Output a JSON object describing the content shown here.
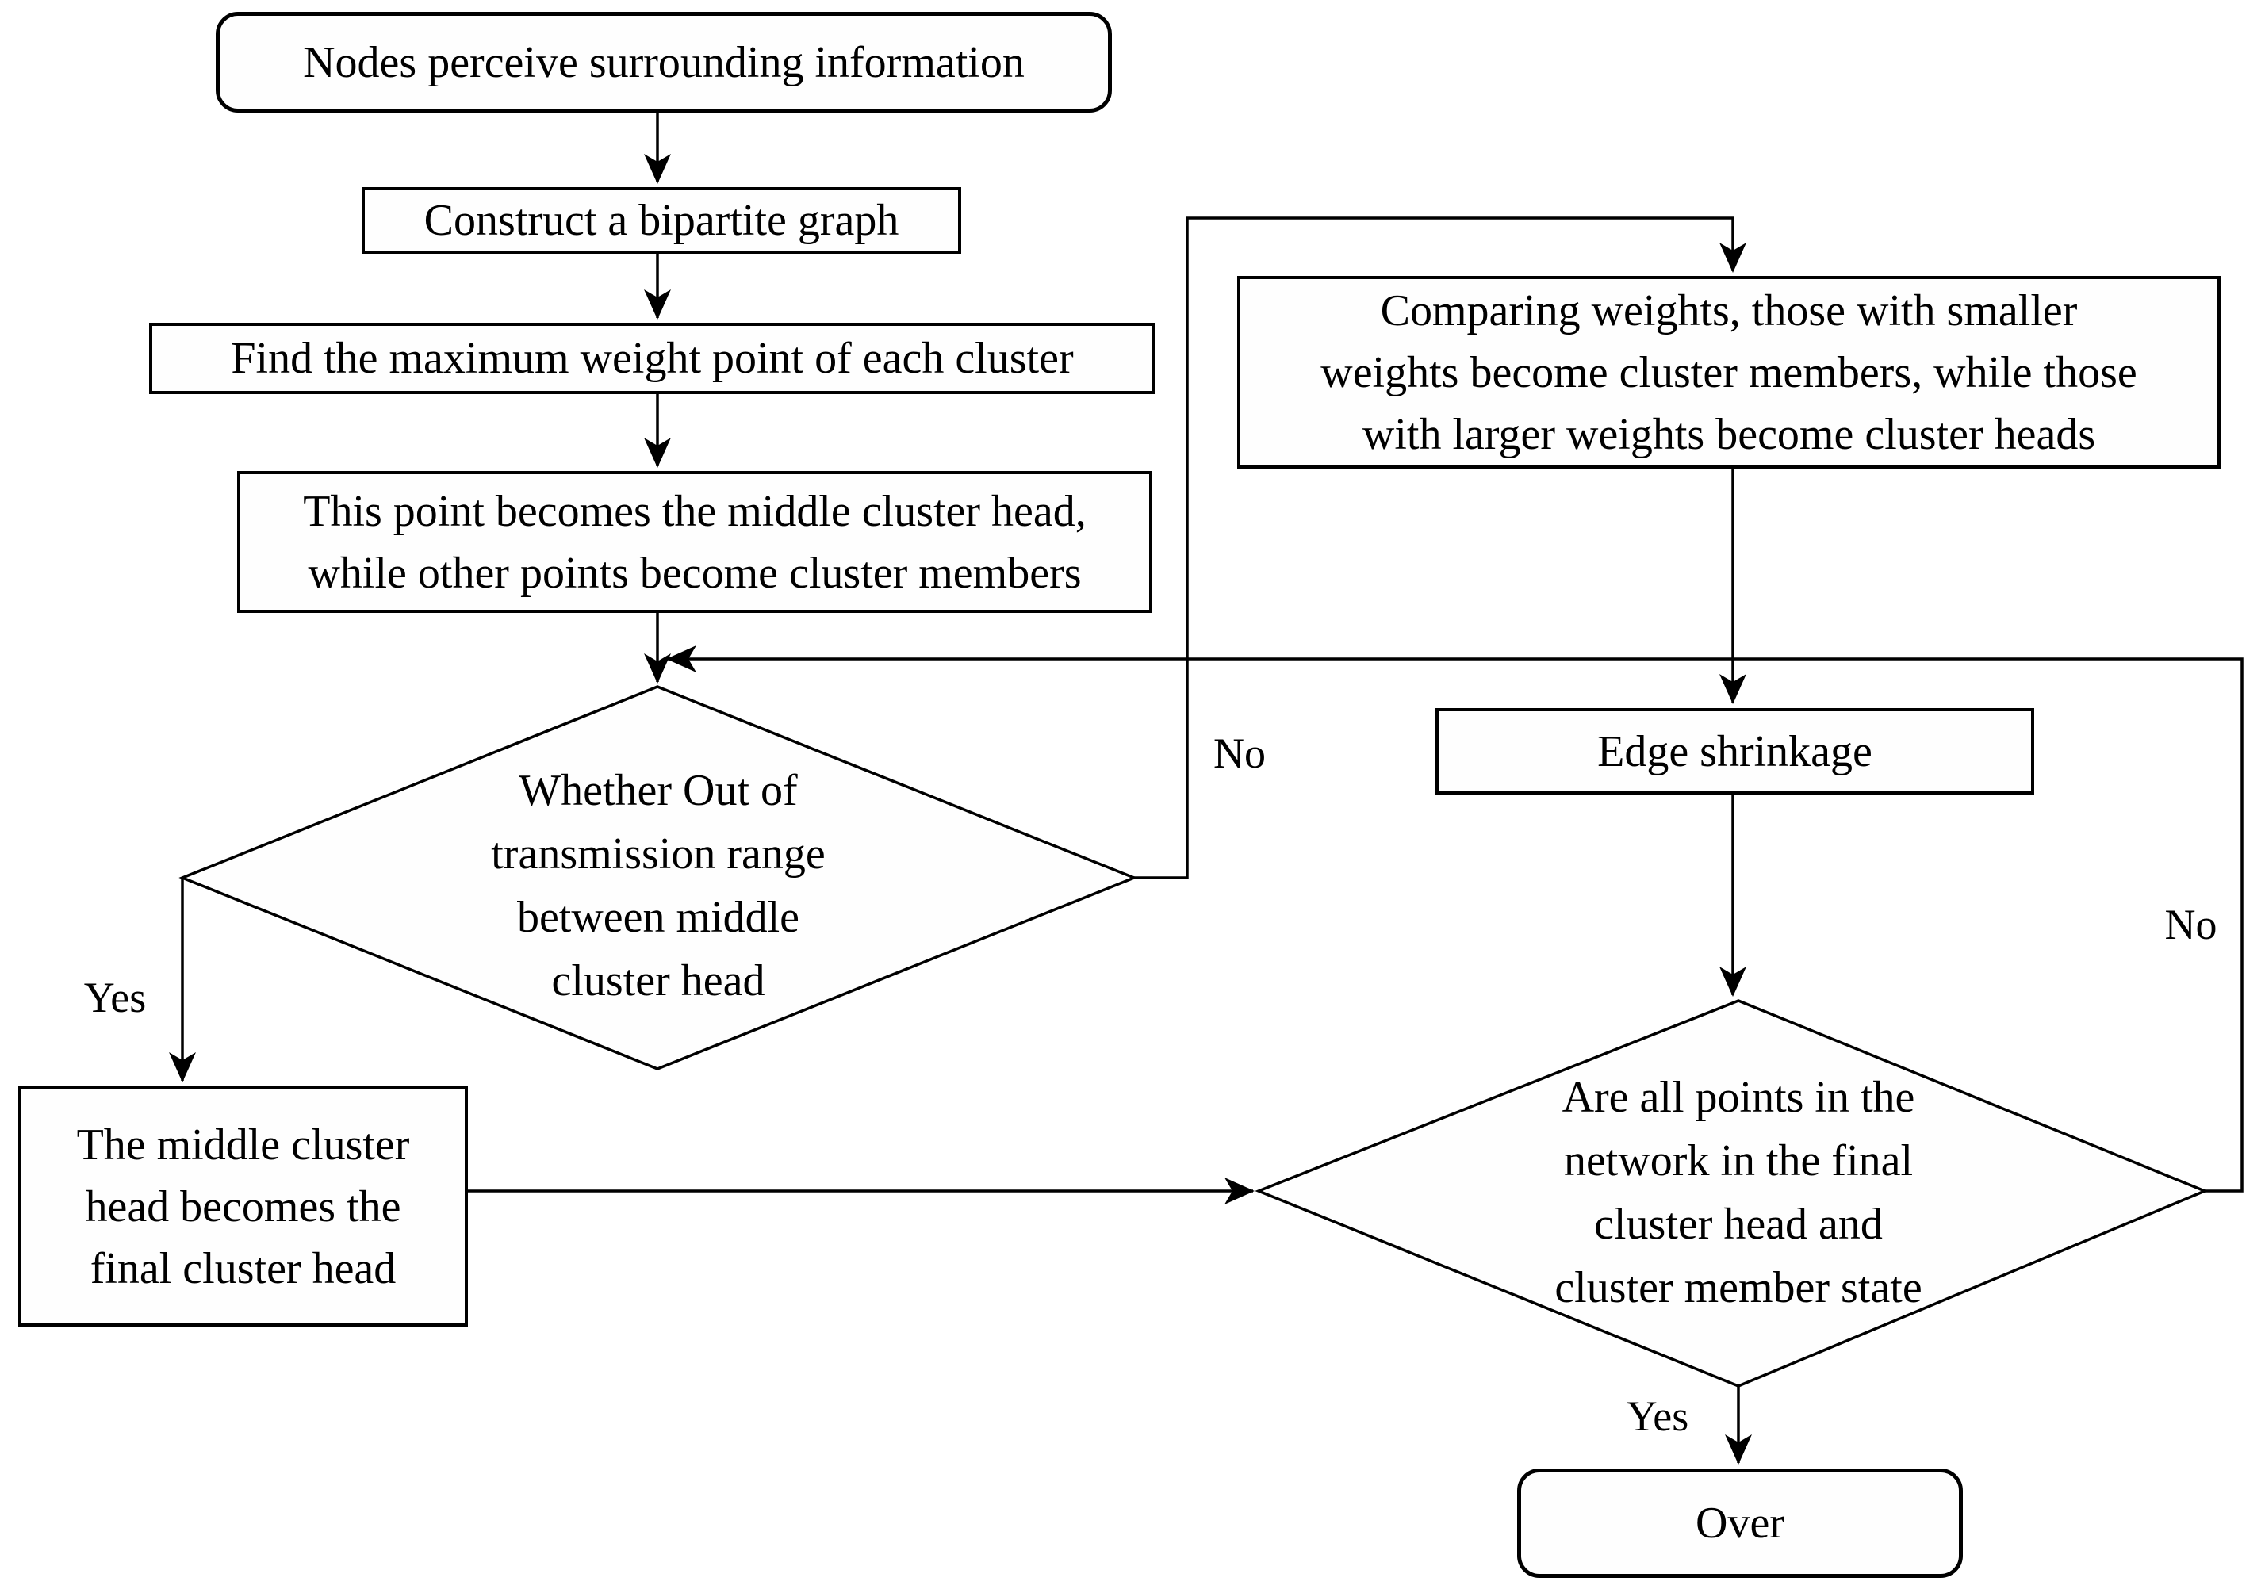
{
  "diagram": {
    "background_color": "#ffffff",
    "line_color": "#000000",
    "nodes": {
      "start": {
        "label": "Nodes perceive surrounding information",
        "shape": "rounded-rect"
      },
      "construct_graph": {
        "label": "Construct a bipartite graph",
        "shape": "rect"
      },
      "find_max_weight": {
        "label": "Find the maximum weight point of each cluster",
        "shape": "rect"
      },
      "middle_cluster_head": {
        "label": "This point becomes the middle cluster head,\nwhile other points become cluster members",
        "shape": "rect"
      },
      "transmission_range_decision": {
        "label": "Whether Out of\ntransmission range\nbetween middle\ncluster head",
        "shape": "diamond"
      },
      "final_cluster_head": {
        "label": "The middle cluster\nhead becomes the\nfinal cluster head",
        "shape": "rect"
      },
      "comparing_weights": {
        "label": "Comparing weights, those with smaller\nweights become cluster members, while those\nwith larger weights become cluster heads",
        "shape": "rect"
      },
      "edge_shrinkage": {
        "label": "Edge shrinkage",
        "shape": "rect"
      },
      "all_points_decision": {
        "label": "Are all points in the\nnetwork in the final\ncluster head and\ncluster member state",
        "shape": "diamond"
      },
      "over": {
        "label": "Over",
        "shape": "rounded-rect"
      }
    },
    "edge_labels": {
      "transmission_yes": "Yes",
      "transmission_no": "No",
      "all_points_no": "No",
      "all_points_yes": "Yes"
    }
  }
}
